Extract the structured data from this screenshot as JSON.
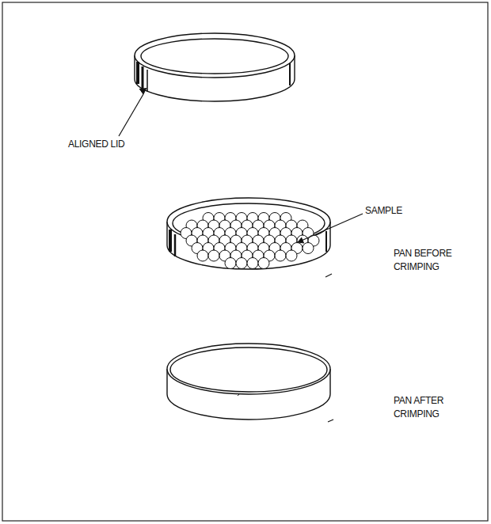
{
  "diagram": {
    "labels": [
      "ALIGNED LID",
      "SAMPLE",
      "PAN BEFORE CRIMPING",
      "PAN AFTER CRIMPING"
    ]
  }
}
